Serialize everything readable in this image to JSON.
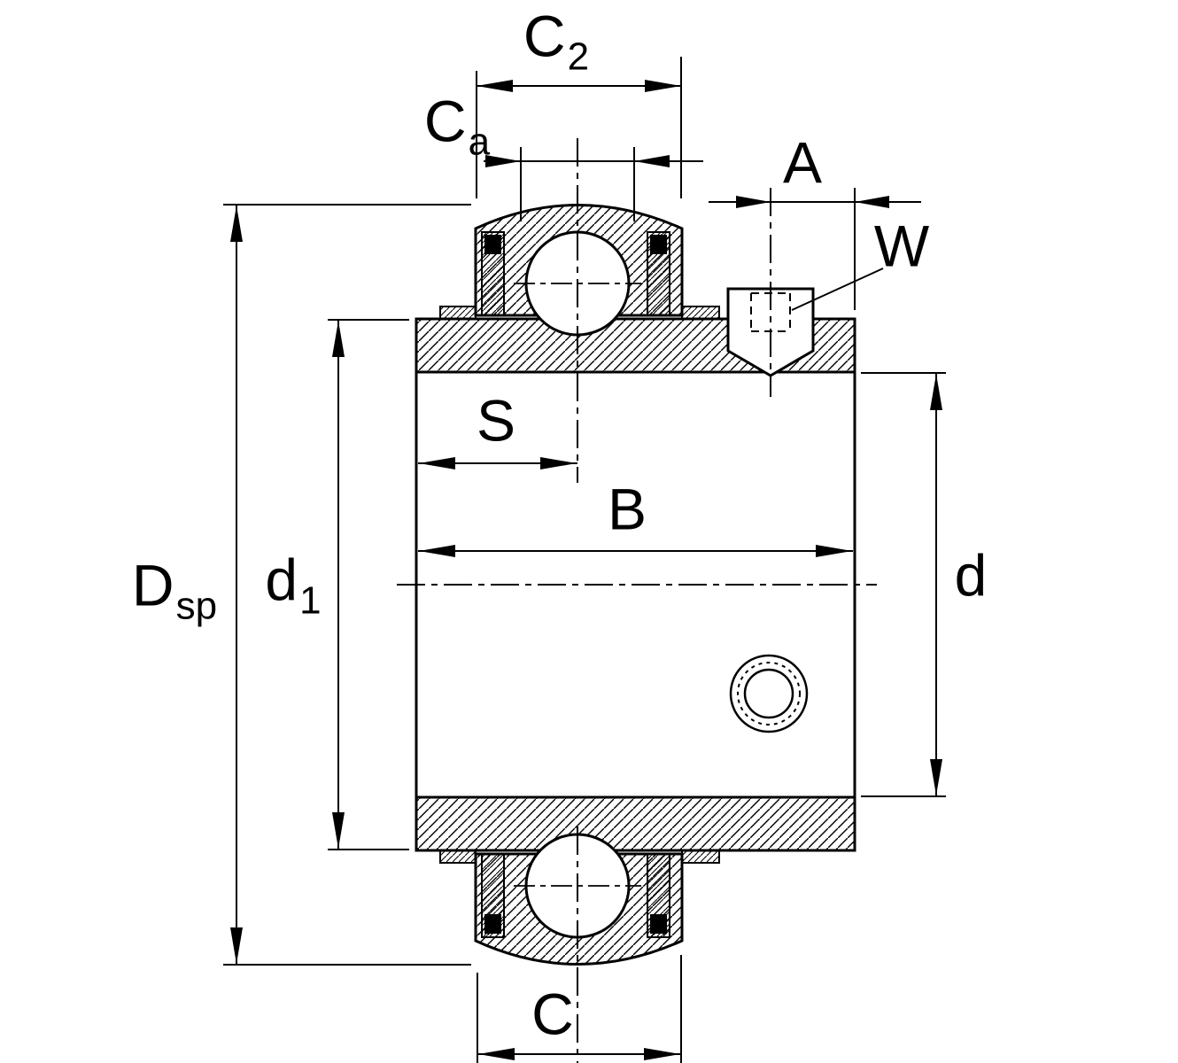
{
  "figure": {
    "type": "technical-drawing",
    "subject": "Radial insert ball bearing (UC type) cross-section with dimension callouts",
    "background": "#ffffff",
    "line_color": "#000000"
  },
  "dimension_labels": {
    "c2": {
      "main": "C",
      "sub": "2"
    },
    "ca": {
      "main": "C",
      "sub": "a"
    },
    "a": {
      "main": "A",
      "sub": ""
    },
    "w": {
      "main": "W",
      "sub": ""
    },
    "s": {
      "main": "S",
      "sub": ""
    },
    "b": {
      "main": "B",
      "sub": ""
    },
    "dsp": {
      "main": "D",
      "sub": "sp"
    },
    "d1": {
      "main": "d",
      "sub": "1"
    },
    "d": {
      "main": "d",
      "sub": ""
    },
    "c": {
      "main": "C",
      "sub": ""
    }
  }
}
